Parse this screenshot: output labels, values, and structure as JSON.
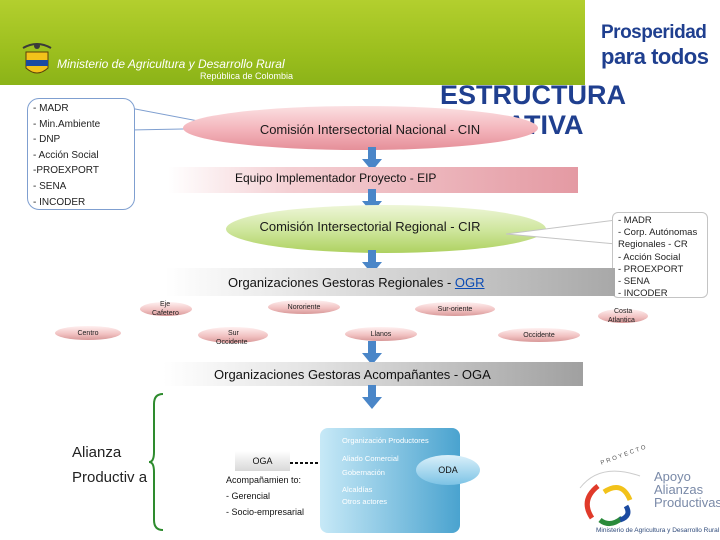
{
  "header": {
    "ministry": "Ministerio de Agricultura y Desarrollo Rural",
    "republica": "República de Colombia",
    "logo_line1": "Prosperidad",
    "logo_line2": "para todos",
    "bar_color": "#9cbf1e"
  },
  "title": {
    "line1": "ESTRUCTURA",
    "line2": "OPERATIVA"
  },
  "left_list": [
    "- MADR",
    "- Min.Ambiente",
    "- DNP",
    "- Acción Social",
    "-PROEXPORT",
    "- SENA",
    "- INCODER"
  ],
  "cin": {
    "text": "Comisión Intersectorial Nacional - CIN"
  },
  "eip": {
    "text": "Equipo Implementador Proyecto - EIP"
  },
  "cir": {
    "text": "Comisión Intersectorial Regional - CIR"
  },
  "right_list": [
    "- MADR",
    "- Corp. Autónomas Regionales - CR",
    "- Acción Social",
    "- PROEXPORT",
    "- SENA",
    "- INCODER"
  ],
  "ogr": {
    "text": "Organizaciones Gestoras Regionales - ",
    "link": "OGR"
  },
  "regions": {
    "eje_cafetero_line1": "Eje",
    "eje_cafetero_line2": "Cafetero",
    "nororiente": "Nororiente",
    "sur_oriente": "Sur-oriente",
    "costa_atlantica_line1": "Costa",
    "costa_atlantica_line2": "Atlantica",
    "centro": "Centro",
    "sur_occidente_line1": "Sur",
    "sur_occidente_line2": "Occidente",
    "llanos": "Llanos",
    "occidente": "Occidente"
  },
  "oga": {
    "text": "Organizaciones Gestoras Acompañantes - OGA"
  },
  "alianza": {
    "line1": "Alianza",
    "line2": "Productiv a"
  },
  "oga_box": {
    "label": "OGA",
    "items": [
      "Acompañamien to:",
      "- Gerencial",
      "- Socio-empresarial"
    ]
  },
  "oda_panel": {
    "items": [
      "Organización Productores",
      "Aliado Comercial",
      "Gobernación",
      "Alcaldías",
      "Otros actores"
    ],
    "oval_label": "ODA"
  },
  "bottom_logo": {
    "arc_text": "PROYECTO",
    "line1": "Apoyo",
    "line2": "Alianzas",
    "line3": "Productivas",
    "ministry": "Ministerio de Agricultura y Desarrollo Rural"
  },
  "colors": {
    "arrow": "#4a86c8",
    "title": "#1f3f8f",
    "cin_fill": "#f3b3ba",
    "cir_fill": "#cde59a",
    "oda_fill": "#4aa3cf"
  }
}
